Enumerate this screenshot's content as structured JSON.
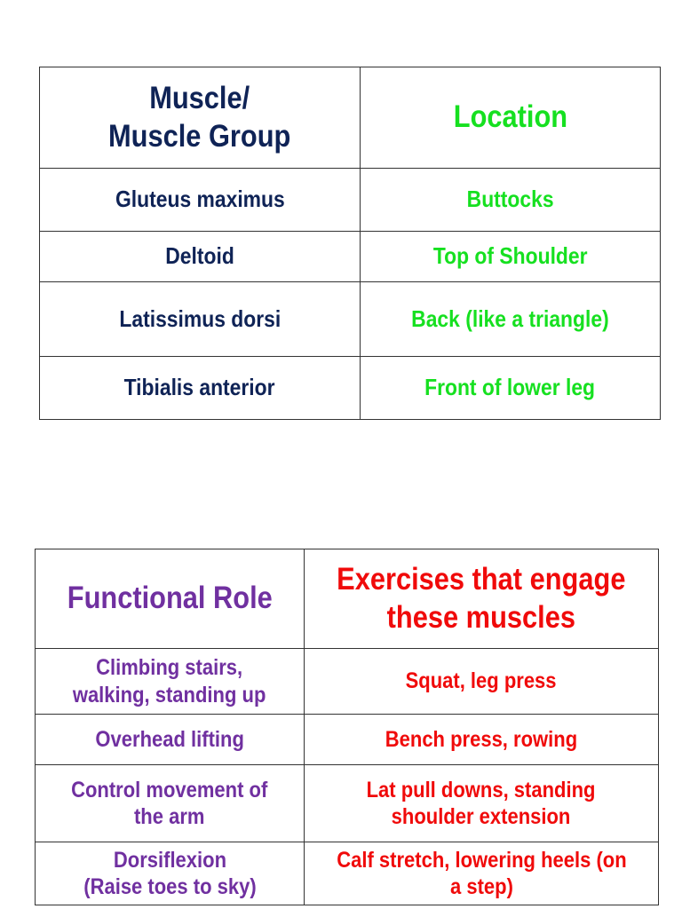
{
  "table1": {
    "headers": [
      "Muscle/\nMuscle Group",
      "Location"
    ],
    "rows": [
      [
        "Gluteus maximus",
        "Buttocks"
      ],
      [
        "Deltoid",
        "Top of Shoulder"
      ],
      [
        "Latissimus dorsi",
        "Back (like a triangle)"
      ],
      [
        "Tibialis anterior",
        "Front of lower leg"
      ]
    ]
  },
  "table2": {
    "headers": [
      "Functional Role",
      "Exercises that engage\nthese muscles"
    ],
    "rows": [
      [
        "Climbing stairs,\nwalking, standing up",
        "Squat, leg press"
      ],
      [
        "Overhead lifting",
        "Bench press, rowing"
      ],
      [
        "Control movement of\nthe arm",
        "Lat pull downs, standing\nshoulder extension"
      ],
      [
        "Dorsiflexion\n(Raise toes to sky)",
        "Calf stretch, lowering heels (on\na step)"
      ]
    ]
  },
  "colors": {
    "muscle_text": "#0f2356",
    "location_text": "#16e020",
    "role_text": "#7030a0",
    "exercise_text": "#f00a0a",
    "border": "#333333"
  }
}
